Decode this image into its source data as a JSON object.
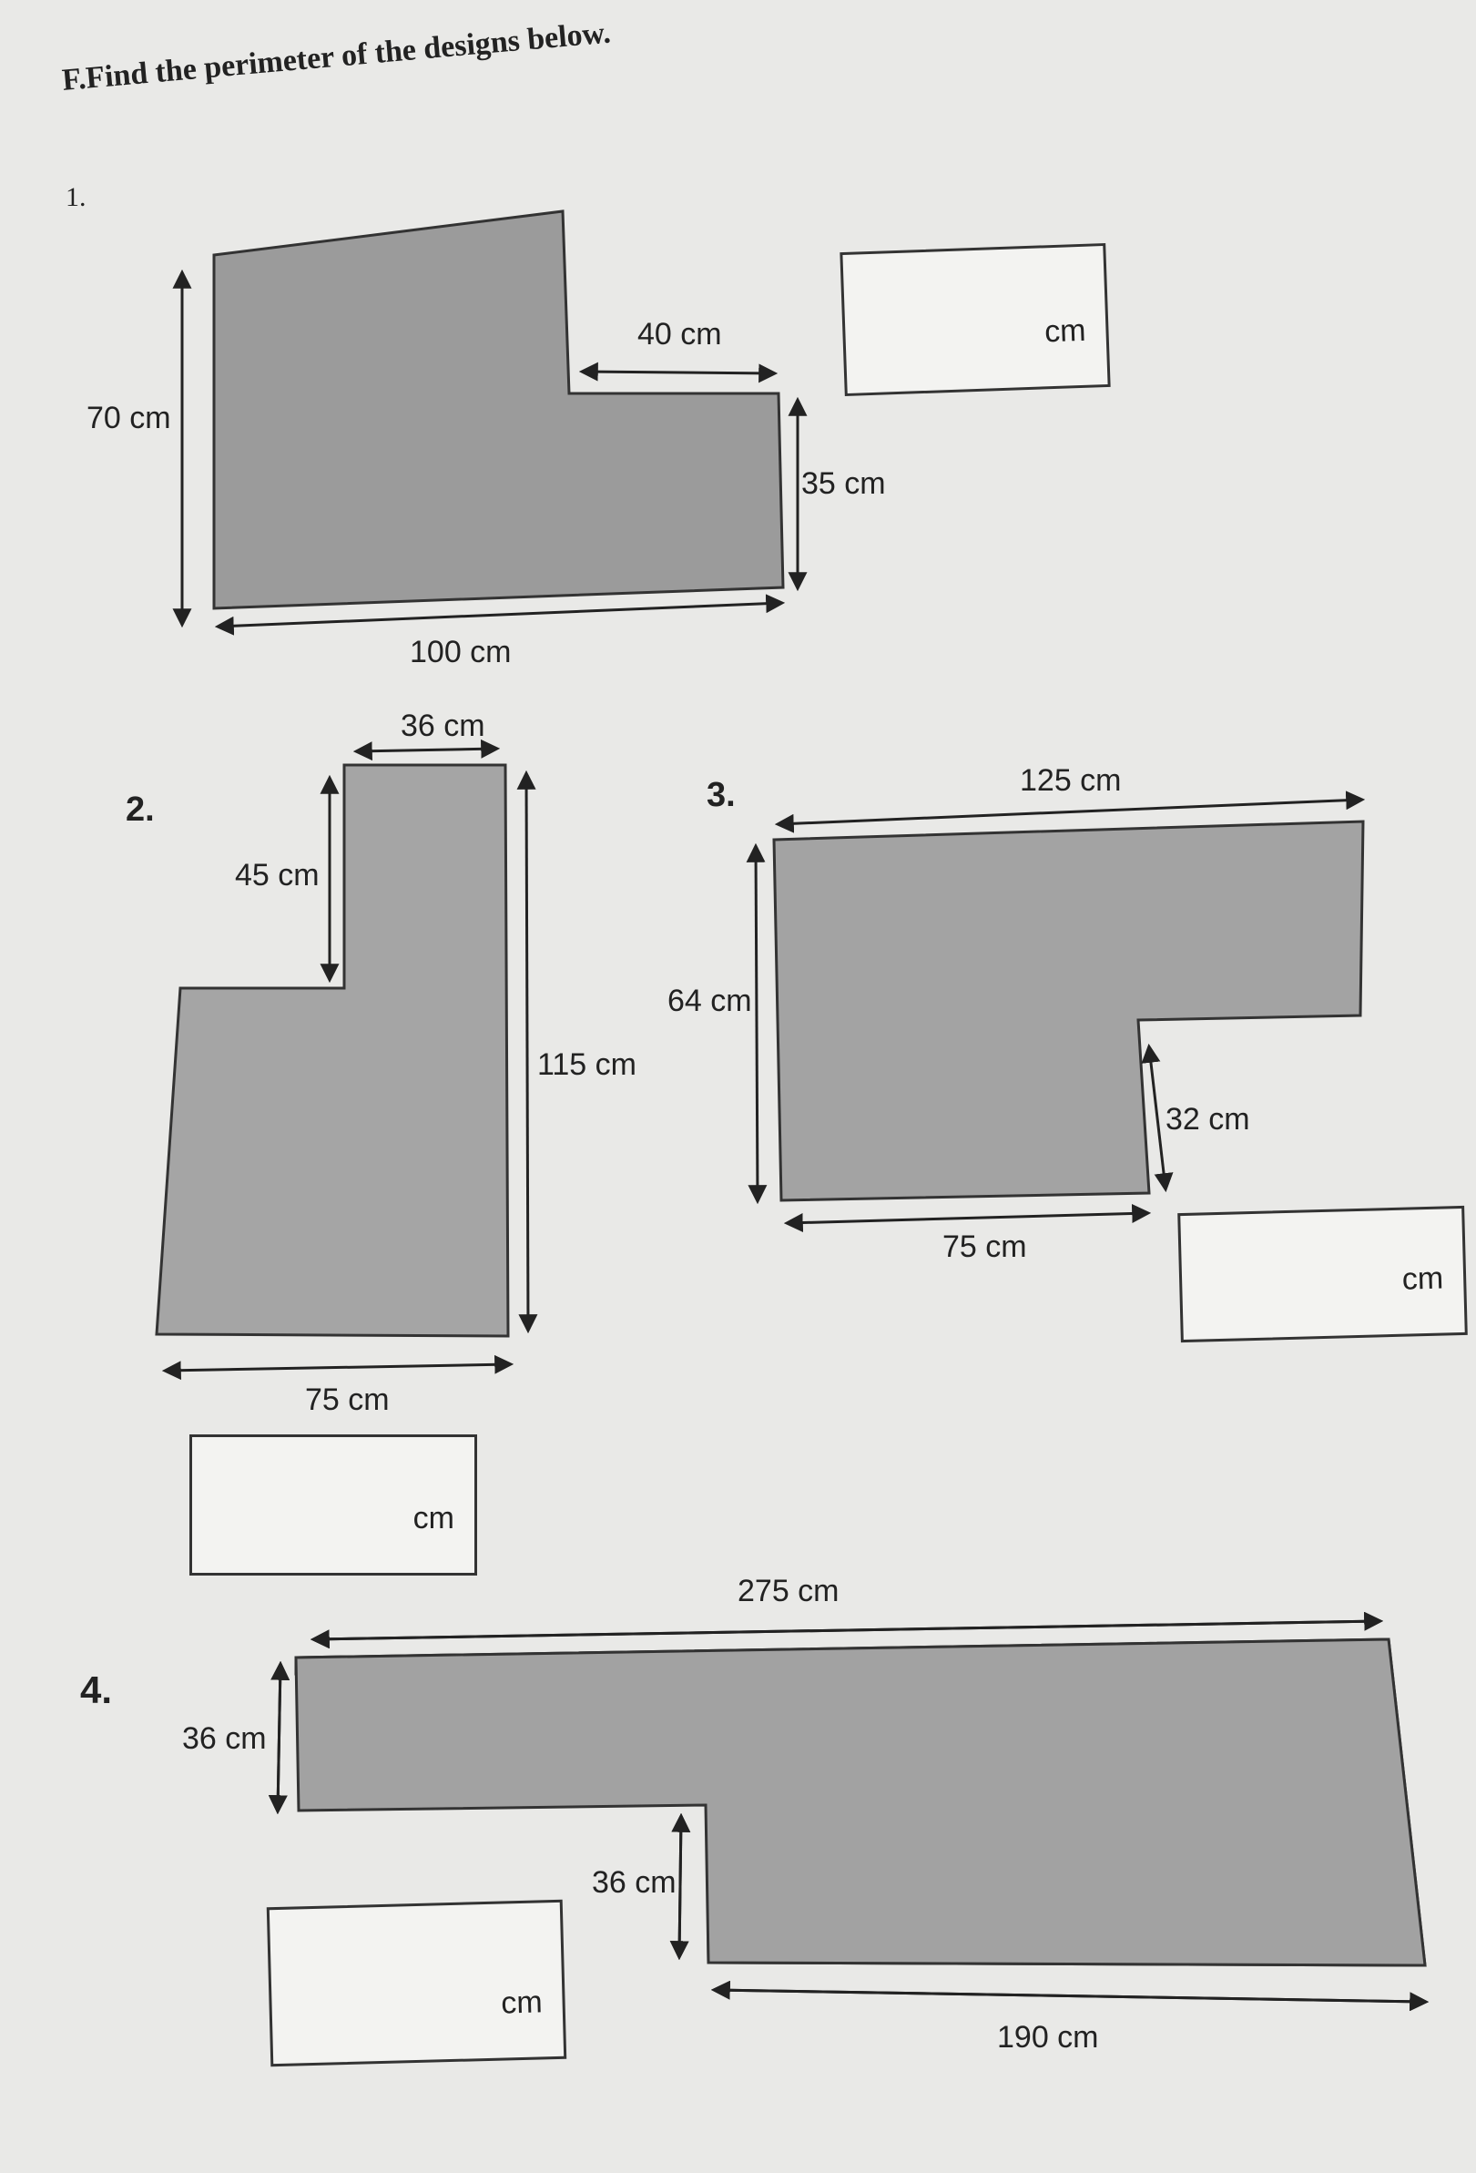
{
  "heading": "F.Find the perimeter of the designs below.",
  "colors": {
    "shape_fill": "#9b9b9b",
    "ink": "#222222",
    "paper": "#e9e9e7"
  },
  "questions": [
    {
      "number": "1.",
      "labels": {
        "height": "70 cm",
        "top_step": "40 cm",
        "right_height": "35 cm",
        "bottom": "100 cm"
      },
      "answer_unit": "cm"
    },
    {
      "number": "2.",
      "labels": {
        "top": "36 cm",
        "step_height": "45 cm",
        "height": "115 cm",
        "bottom": "75 cm"
      },
      "answer_unit": "cm"
    },
    {
      "number": "3.",
      "labels": {
        "top": "125 cm",
        "height": "64 cm",
        "step_height": "32 cm",
        "bottom": "75 cm"
      },
      "answer_unit": "cm"
    },
    {
      "number": "4.",
      "labels": {
        "top": "275 cm",
        "left_height": "36 cm",
        "step_height": "36 cm",
        "bottom": "190 cm"
      },
      "answer_unit": "cm"
    }
  ]
}
